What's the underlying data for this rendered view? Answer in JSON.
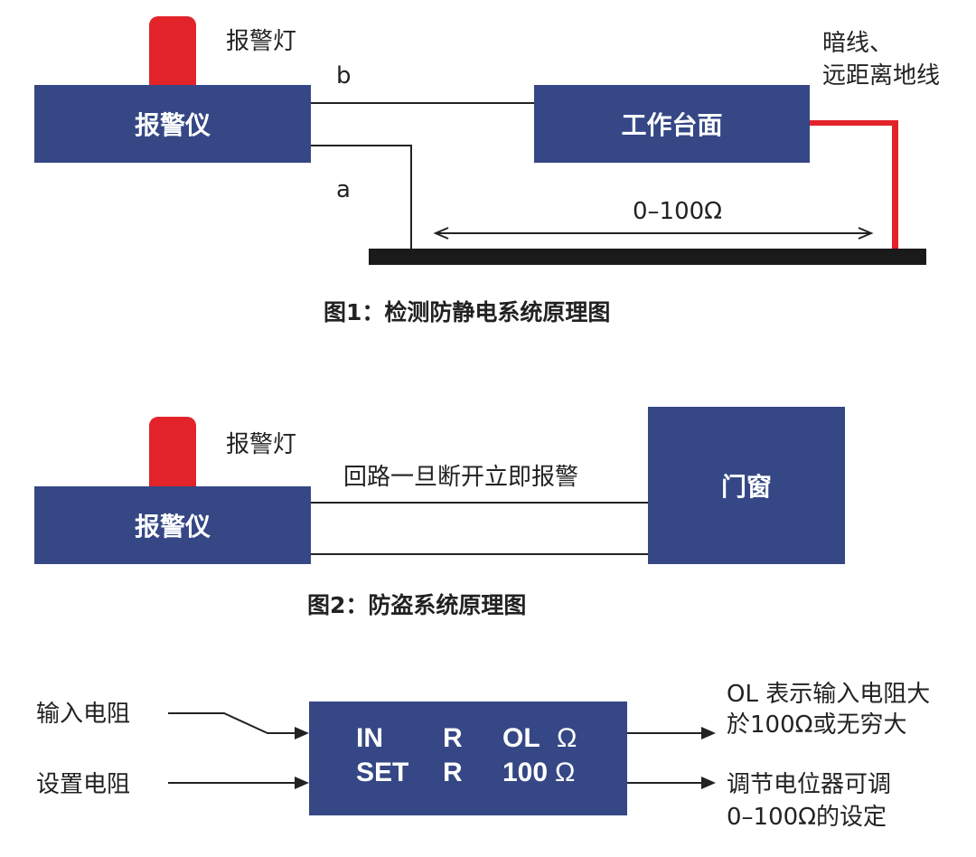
{
  "fig1": {
    "lamp_label": "报警灯",
    "alarm_box": "报警仪",
    "wire_b": "b",
    "wire_a": "a",
    "workbench_box": "工作台面",
    "ground_label_line1": "暗线、",
    "ground_label_line2": "远距离地线",
    "range_label": "0–100Ω",
    "caption": "图1：检测防静电系统原理图"
  },
  "fig2": {
    "lamp_label": "报警灯",
    "alarm_box": "报警仪",
    "loop_label": "回路一旦断开立即报警",
    "door_box": "门窗",
    "caption": "图2：防盗系统原理图"
  },
  "fig3": {
    "input_label": "输入电阻",
    "set_label": "设置电阻",
    "display": {
      "row1": [
        "IN",
        "R",
        "OL",
        "Ω"
      ],
      "row2": [
        "SET",
        "R",
        "100",
        "Ω"
      ]
    },
    "note1_line1": "OL 表示输入电阻大",
    "note1_line2": "於100Ω或无穷大",
    "note2_line1": "调节电位器可调",
    "note2_line2": "0–100Ω的设定"
  },
  "colors": {
    "box_fill": "#354785",
    "lamp_red": "#e2232a",
    "wire": "#222222",
    "ground_bar": "#1a1a1a"
  }
}
